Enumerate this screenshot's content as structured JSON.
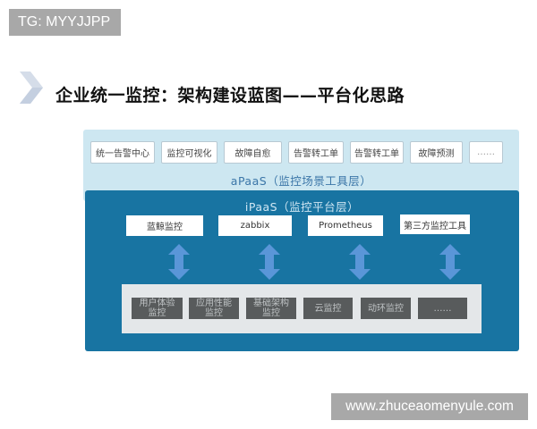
{
  "watermark_top": "TG: MYYJJPP",
  "watermark_bottom": "www.zhuceaomenyule.com",
  "title": "企业统一监控：架构建设蓝图——平台化思路",
  "apaas": {
    "label": "aPaaS（监控场景工具层）",
    "items": [
      "统一告警中心",
      "监控可视化",
      "故障自愈",
      "告警转工单",
      "告警转工单",
      "故障预测",
      "……"
    ]
  },
  "ipaas": {
    "label": "iPaaS（监控平台层）",
    "tools": [
      "蓝鲸监控",
      "zabbix",
      "Prometheus",
      "第三方监控工具"
    ],
    "monitors": [
      "用户体验\n监控",
      "应用性能\n监控",
      "基础架构\n监控",
      "云监控",
      "动环监控",
      "……"
    ]
  },
  "colors": {
    "apaas_bg": "#cde7f1",
    "ipaas_bg": "#1874a2",
    "arrow": "#5a96d8",
    "gray_panel": "#e4e7e9",
    "dark_box": "#585b5c"
  }
}
